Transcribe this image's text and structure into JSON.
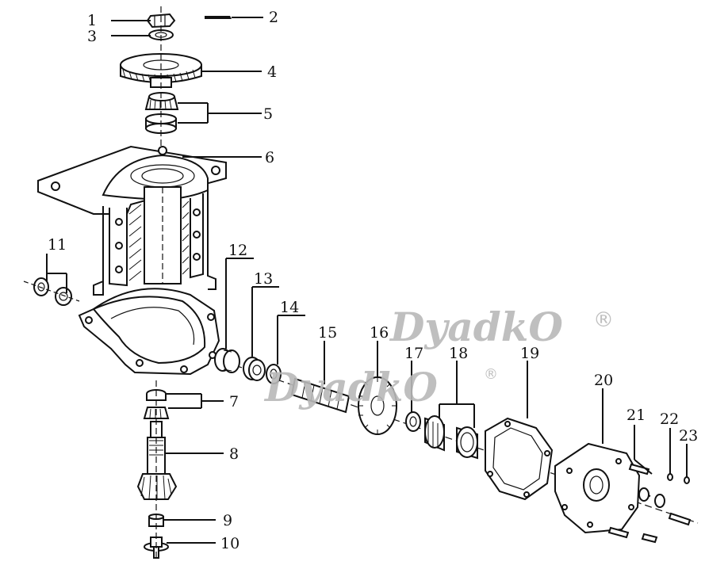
{
  "callouts": [
    "1",
    "2",
    "3",
    "4",
    "5",
    "6",
    "7",
    "8",
    "9",
    "10",
    "11",
    "12",
    "13",
    "14",
    "15",
    "16",
    "17",
    "18",
    "19",
    "20",
    "21",
    "22",
    "23"
  ],
  "watermark": {
    "text": "DyadkO",
    "mark": "®"
  }
}
